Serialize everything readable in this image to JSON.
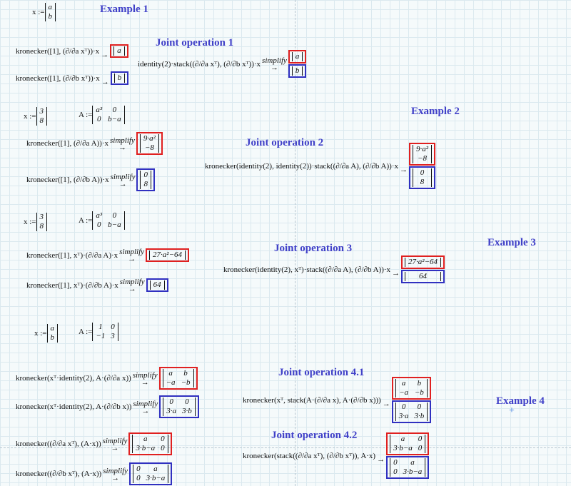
{
  "titles": [
    "Example 1",
    "Joint operation 1",
    "Example 2",
    "Joint operation 2",
    "Example 3",
    "Joint operation 3",
    "Example 4",
    "Joint operation 4.1",
    "Joint operation 4.2"
  ],
  "regions": [
    {
      "lhs": "x := ",
      "results": [
        {
          "color": "none",
          "rows": [
            [
              "a"
            ],
            [
              "b"
            ]
          ]
        }
      ]
    },
    {
      "lhs": "kronecker([1], (∂/∂a xᵀ))·x",
      "op": "→",
      "results": [
        {
          "color": "red",
          "rows": [
            [
              "a"
            ]
          ]
        }
      ]
    },
    {
      "lhs": "kronecker([1], (∂/∂b xᵀ))·x",
      "op": "→",
      "results": [
        {
          "color": "blue",
          "rows": [
            [
              "b"
            ]
          ]
        }
      ]
    },
    {
      "lhs": "identity(2)·stack((∂/∂a xᵀ), (∂/∂b xᵀ))·x",
      "op": "→",
      "op_label": "simplify",
      "results": [
        {
          "color": "red",
          "rows": [
            [
              "a"
            ]
          ]
        },
        {
          "color": "blue",
          "rows": [
            [
              "b"
            ]
          ]
        }
      ]
    },
    {
      "lhs": "x := ",
      "results": [
        {
          "color": "none",
          "rows": [
            [
              "3"
            ],
            [
              "8"
            ]
          ]
        }
      ]
    },
    {
      "lhs": "A := ",
      "results": [
        {
          "color": "none",
          "rows": [
            [
              "a³",
              "0"
            ],
            [
              "0",
              "b−a"
            ]
          ]
        }
      ]
    },
    {
      "lhs": "kronecker([1], (∂/∂a A))·x",
      "op": "→",
      "op_label": "simplify",
      "results": [
        {
          "color": "red",
          "rows": [
            [
              "9·a²"
            ],
            [
              "−8"
            ]
          ]
        }
      ]
    },
    {
      "lhs": "kronecker([1], (∂/∂b A))·x",
      "op": "→",
      "op_label": "simplify",
      "results": [
        {
          "color": "blue",
          "rows": [
            [
              "0"
            ],
            [
              "8"
            ]
          ]
        }
      ]
    },
    {
      "lhs": "kronecker(identity(2), identity(2))·stack((∂/∂a A), (∂/∂b A))·x",
      "op": "→",
      "results": [
        {
          "color": "red",
          "rows": [
            [
              "9·a²"
            ],
            [
              "−8"
            ]
          ]
        },
        {
          "color": "blue",
          "rows": [
            [
              "0"
            ],
            [
              "8"
            ]
          ]
        }
      ]
    },
    {
      "lhs": "x := ",
      "results": [
        {
          "color": "none",
          "rows": [
            [
              "3"
            ],
            [
              "8"
            ]
          ]
        }
      ]
    },
    {
      "lhs": "A := ",
      "results": [
        {
          "color": "none",
          "rows": [
            [
              "a³",
              "0"
            ],
            [
              "0",
              "b−a"
            ]
          ]
        }
      ]
    },
    {
      "lhs": "kronecker([1], xᵀ)·(∂/∂a A)·x",
      "op": "→",
      "op_label": "simplify",
      "results": [
        {
          "color": "red",
          "rows": [
            [
              "27·a²−64"
            ]
          ]
        }
      ]
    },
    {
      "lhs": "kronecker([1], xᵀ)·(∂/∂b A)·x",
      "op": "→",
      "op_label": "simplify",
      "results": [
        {
          "color": "blue",
          "rows": [
            [
              "64"
            ]
          ]
        }
      ]
    },
    {
      "lhs": "kronecker(identity(2), xᵀ)·stack((∂/∂a A), (∂/∂b A))·x",
      "op": "→",
      "results": [
        {
          "color": "red",
          "rows": [
            [
              "27·a²−64"
            ]
          ]
        },
        {
          "color": "blue",
          "rows": [
            [
              "64"
            ]
          ]
        }
      ]
    },
    {
      "lhs": "x := ",
      "results": [
        {
          "color": "none",
          "rows": [
            [
              "a"
            ],
            [
              "b"
            ]
          ]
        }
      ]
    },
    {
      "lhs": "A := ",
      "results": [
        {
          "color": "none",
          "rows": [
            [
              "1",
              "0"
            ],
            [
              "−1",
              "3"
            ]
          ]
        }
      ]
    },
    {
      "lhs": "kronecker(xᵀ·identity(2), A·(∂/∂a x))",
      "op": "→",
      "op_label": "simplify",
      "results": [
        {
          "color": "red",
          "rows": [
            [
              "a",
              "b"
            ],
            [
              "−a",
              "−b"
            ]
          ]
        }
      ]
    },
    {
      "lhs": "kronecker(xᵀ·identity(2), A·(∂/∂b x))",
      "op": "→",
      "op_label": "simplify",
      "results": [
        {
          "color": "blue",
          "rows": [
            [
              "0",
              "0"
            ],
            [
              "3·a",
              "3·b"
            ]
          ]
        }
      ]
    },
    {
      "lhs": "kronecker(xᵀ, stack(A·(∂/∂a x), A·(∂/∂b x)))",
      "op": "→",
      "results": [
        {
          "color": "red",
          "rows": [
            [
              "a",
              "b"
            ],
            [
              "−a",
              "−b"
            ]
          ]
        },
        {
          "color": "blue",
          "rows": [
            [
              "0",
              "0"
            ],
            [
              "3·a",
              "3·b"
            ]
          ]
        }
      ]
    },
    {
      "lhs": "kronecker((∂/∂a xᵀ), (A·x))",
      "op": "→",
      "op_label": "simplify",
      "results": [
        {
          "color": "red",
          "rows": [
            [
              "a",
              "0"
            ],
            [
              "3·b−a",
              "0"
            ]
          ]
        }
      ]
    },
    {
      "lhs": "kronecker((∂/∂b xᵀ), (A·x))",
      "op": "→",
      "op_label": "simplify",
      "results": [
        {
          "color": "blue",
          "rows": [
            [
              "0",
              "a"
            ],
            [
              "0",
              "3·b−a"
            ]
          ]
        }
      ]
    },
    {
      "lhs": "kronecker(stack((∂/∂a xᵀ), (∂/∂b xᵀ)), A·x)",
      "op": "→",
      "results": [
        {
          "color": "red",
          "rows": [
            [
              "a",
              "0"
            ],
            [
              "3·b−a",
              "0"
            ]
          ]
        },
        {
          "color": "blue",
          "rows": [
            [
              "0",
              "a"
            ],
            [
              "0",
              "3·b−a"
            ]
          ]
        }
      ]
    }
  ],
  "colors": {
    "title": "#4040c8",
    "red_box": "#e02020",
    "blue_box": "#3030c0"
  },
  "marker_icon": "crosshair-plus"
}
